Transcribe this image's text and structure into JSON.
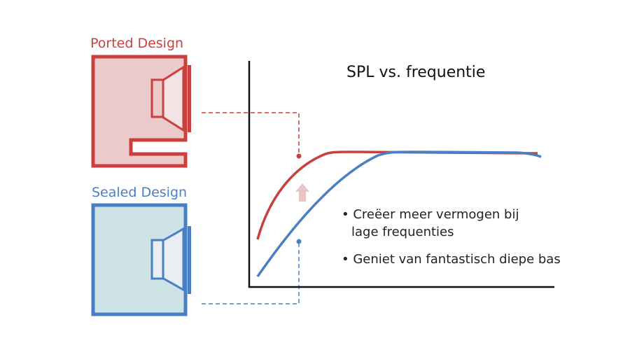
{
  "ported": {
    "label": "Ported Design",
    "color": "#c9403f",
    "fill": "#ecc9ca"
  },
  "sealed": {
    "label": "Sealed Design",
    "color": "#4a7fc4",
    "fill": "#cde3e6"
  },
  "chart": {
    "title": "SPL vs. frequentie"
  },
  "bullets": [
    {
      "line1": "• Creëer meer vermogen bij",
      "line2": "lage frequenties"
    },
    {
      "line1": "• Geniet van fantastisch diepe bas"
    }
  ]
}
